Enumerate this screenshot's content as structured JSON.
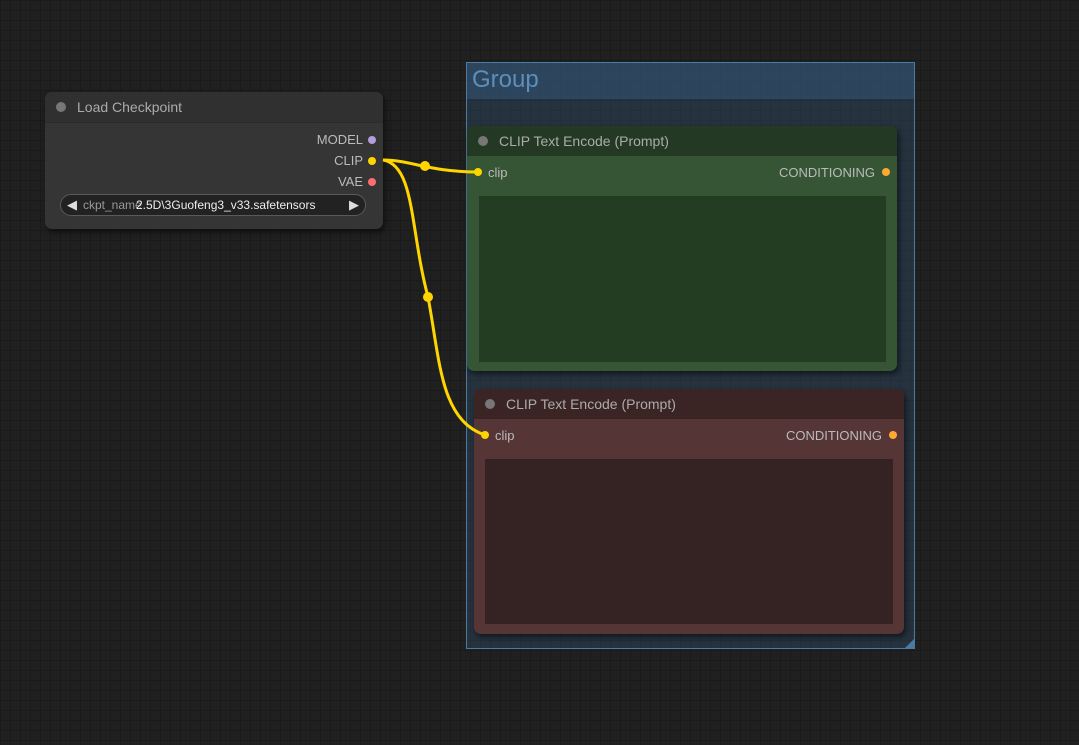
{
  "group": {
    "title": "Group"
  },
  "load_checkpoint": {
    "title": "Load Checkpoint",
    "outputs": [
      {
        "label": "MODEL",
        "color": "#b39ddb"
      },
      {
        "label": "CLIP",
        "color": "#ffd500"
      },
      {
        "label": "VAE",
        "color": "#ff6e6e"
      }
    ],
    "widget": {
      "name": "ckpt_name",
      "value": "2.5D\\3Guofeng3_v33.safetensors"
    }
  },
  "clip_positive": {
    "title": "CLIP Text Encode (Prompt)",
    "input": {
      "label": "clip",
      "color": "#ffd500"
    },
    "output": {
      "label": "CONDITIONING",
      "color": "#ffa931"
    },
    "text": ""
  },
  "clip_negative": {
    "title": "CLIP Text Encode (Prompt)",
    "input": {
      "label": "clip",
      "color": "#ffd500"
    },
    "output": {
      "label": "CONDITIONING",
      "color": "#ffa931"
    },
    "text": ""
  },
  "colors": {
    "link": "#ffd500",
    "green_title": "#233923",
    "green_body": "#355535",
    "green_text": "#223d22",
    "red_title": "#3b2424",
    "red_body": "#553535",
    "red_text": "#352222"
  }
}
